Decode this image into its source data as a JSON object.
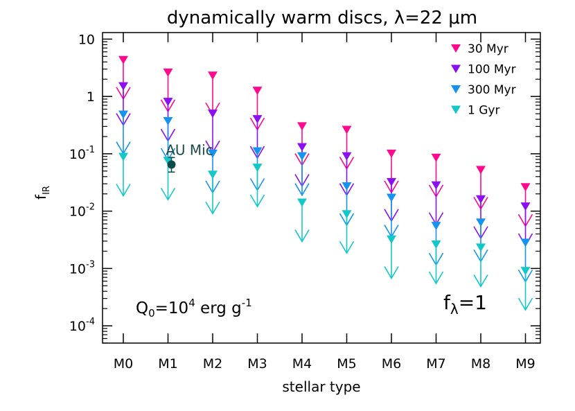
{
  "chart_data": {
    "type": "scatter",
    "title": "dynamically warm discs, λ=22 μm",
    "xlabel": "stellar type",
    "ylabel": "f",
    "ylabel_sub": "IR",
    "yscale": "log",
    "ylim": [
      5e-05,
      13
    ],
    "grid": false,
    "legend_position": "top-right",
    "categories": [
      "M0",
      "M1",
      "M2",
      "M3",
      "M4",
      "M5",
      "M6",
      "M7",
      "M8",
      "M9"
    ],
    "y_ticks": [
      {
        "value": 10,
        "base": "10",
        "exp": ""
      },
      {
        "value": 1,
        "base": "1",
        "exp": ""
      },
      {
        "value": 0.1,
        "base": "10",
        "exp": "-1"
      },
      {
        "value": 0.01,
        "base": "10",
        "exp": "-2"
      },
      {
        "value": 0.001,
        "base": "10",
        "exp": "-3"
      },
      {
        "value": 0.0001,
        "base": "10",
        "exp": "-4"
      }
    ],
    "series": [
      {
        "name": "30 Myr",
        "color": "#ff0a8c",
        "marker": "upper-limit",
        "values": [
          4.3,
          2.6,
          2.3,
          1.25,
          0.3,
          0.26,
          0.1,
          0.085,
          0.052,
          0.026
        ]
      },
      {
        "name": "100 Myr",
        "color": "#8a10f0",
        "marker": "upper-limit",
        "values": [
          1.5,
          0.8,
          0.5,
          0.4,
          0.13,
          0.09,
          0.032,
          0.028,
          0.016,
          0.012
        ]
      },
      {
        "name": "300 Myr",
        "color": "#1493f0",
        "marker": "upper-limit",
        "values": [
          0.48,
          0.37,
          0.1,
          0.11,
          0.09,
          0.027,
          0.017,
          0.0055,
          0.0063,
          0.0028
        ]
      },
      {
        "name": "1 Gyr",
        "color": "#14c8c8",
        "marker": "upper-limit",
        "values": [
          0.088,
          0.075,
          0.043,
          0.057,
          0.014,
          0.0088,
          0.0032,
          0.0026,
          0.0023,
          0.0009
        ]
      }
    ],
    "detections": [
      {
        "label": "AU Mic",
        "category": "M1",
        "value": 0.065,
        "err_low": 0.048,
        "err_high": 0.086,
        "color": "#0a4a48"
      }
    ],
    "annotations": {
      "q0": {
        "prefix": "Q",
        "sub": "0",
        "mid": "=10",
        "sup1": "4",
        "unit": " erg g",
        "sup2": "-1"
      },
      "f_lambda": {
        "prefix": "f",
        "sub": "λ",
        "suffix": "=1"
      }
    }
  }
}
